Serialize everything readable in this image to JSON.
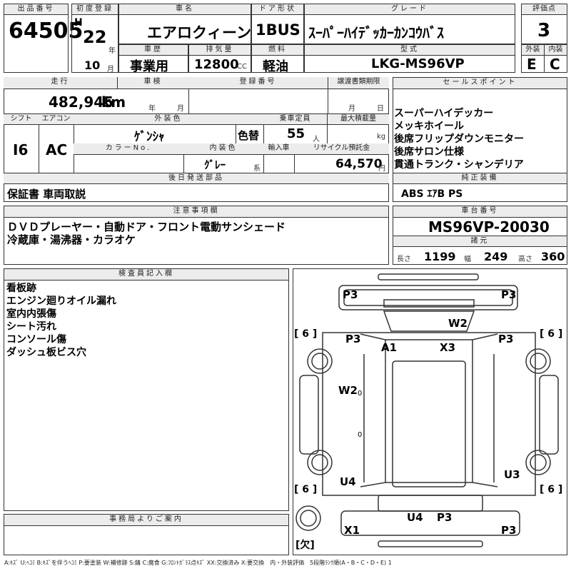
{
  "header": {
    "lot_label": "出品番号",
    "lot": "64505",
    "first_reg_label": "初度登録",
    "era": "H",
    "year": "22",
    "year_unit": "年",
    "month": "10",
    "month_unit": "月",
    "name_label": "車名",
    "name": "エアロクィーン",
    "door_label": "ドア形状",
    "door": "1BUS",
    "grade_label": "グレード",
    "grade": "ｽｰﾊﾟｰﾊｲﾃﾞｯｶｰｶﾝｺｳﾊﾞｽ",
    "score_label": "評価点",
    "score": "3",
    "history_label": "車歴",
    "history": "事業用",
    "displacement_label": "排気量",
    "displacement": "12800",
    "cc": "CC",
    "fuel_label": "燃料",
    "fuel": "軽油",
    "model_label": "型式",
    "model": "LKG-MS96VP",
    "ext_label": "外装",
    "ext": "E",
    "int_label": "内装",
    "int": "C"
  },
  "row2": {
    "mileage_label": "走行",
    "mileage": "482,945",
    "km": "km",
    "inspection_label": "車検",
    "insp_year_unit": "年",
    "insp_month_unit": "月",
    "regno_label": "登録番号",
    "transfer_label": "譲渡書類期限",
    "transfer_month_unit": "月",
    "transfer_day_unit": "日",
    "shift_label": "シフト",
    "shift": "I6",
    "ac_label": "エアコン",
    "ac": "AC",
    "ext_color_label": "外装色",
    "ext_color": "ｹﾞﾝｼｬ",
    "color_change": "色替",
    "capacity_label": "乗車定員",
    "capacity": "55",
    "capacity_unit": "人",
    "load_label": "最大積載量",
    "load_unit": "kg",
    "colorno_label": "カラーNo.",
    "int_color_label": "内装色",
    "int_color": "ｸﾞﾚｰ",
    "int_color_unit": "系",
    "import_label": "輸入車",
    "recycle_label": "リサイクル預託金",
    "recycle": "64,570",
    "recycle_unit": "円",
    "later_label": "後日発送部品",
    "later": "保証書 車両取説"
  },
  "sales": {
    "label": "セールスポイント",
    "items": [
      "スーパーハイデッカー",
      "メッキホイール",
      "後席フリップダウンモニター",
      "後席サロン仕様",
      "貫通トランク・シャンデリア"
    ],
    "equip_label": "純正装備",
    "equip": "ABS ｴｱB PS"
  },
  "notes": {
    "label": "注意事項欄",
    "lines": [
      "ＤＶＤプレーヤー・自動ドア・フロント電動サンシェード",
      "冷蔵庫・湯沸器・カラオケ"
    ]
  },
  "chassis": {
    "label": "車台番号",
    "value": "MS96VP-20030",
    "dims_label": "諸元",
    "len_label": "長さ",
    "len": "1199",
    "wid_label": "幅",
    "wid": "249",
    "hei_label": "高さ",
    "hei": "360"
  },
  "inspector": {
    "label": "検査員記入欄",
    "lines": [
      "看板跡",
      "エンジン廻りオイル漏れ",
      "室内内張傷",
      "シート汚れ",
      "コンソール傷",
      "ダッシュ板ビス穴"
    ]
  },
  "office": {
    "label": "事務局よりご案内"
  },
  "diagram": {
    "marks": [
      "P3",
      "P3",
      "W2",
      "P3",
      "A1",
      "X3",
      "P3",
      "W2",
      "U4",
      "U3",
      "U4",
      "P3",
      "X1",
      "P3"
    ],
    "tires": [
      "[ 6 ]",
      "[ 6 ]",
      "[ 6 ]",
      "[ 6 ]"
    ],
    "small": [
      "0",
      "0"
    ],
    "spare": "[欠]"
  },
  "legend": "A:ｷｽﾞ U:ﾍｺﾐ B:ｷｽﾞを伴うﾍｺﾐ P:要塗装 W:補修跡 S:錆 C:腐食 G:ﾌﾛﾝﾄｶﾞﾗｽ点ｷｽﾞ XX:交換済み X:要交換　内・外装評価　5段階ﾗﾝｸ順(A・B・C・D・E) 1"
}
